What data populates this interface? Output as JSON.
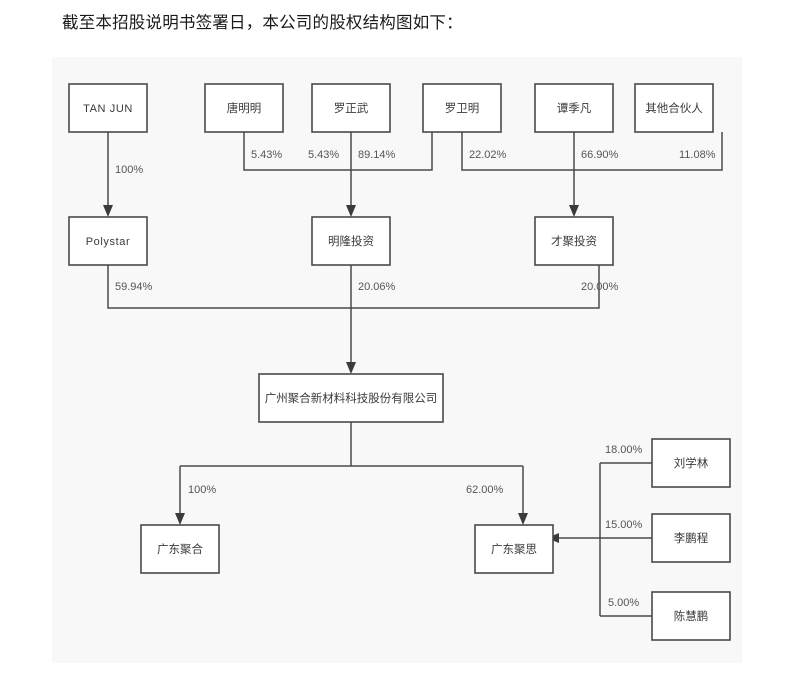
{
  "heading": "截至本招股说明书签署日，本公司的股权结构图如下：",
  "diagram": {
    "title": "股权结构图",
    "colors": {
      "panel_background": "#f8f8f8",
      "box_fill": "#ffffff",
      "box_border": "#4a4a4a",
      "line": "#4a4a4a",
      "label_text": "#555555",
      "node_text": "#3a3a3a"
    },
    "nodes": {
      "tan_jun": "TAN JUN",
      "tang_mingming": "唐明明",
      "luo_zhengwu": "罗正武",
      "luo_weiming": "罗卫明",
      "tan_jifan": "谭季凡",
      "other_partners": "其他合伙人",
      "polystar": "Polystar",
      "minglong": "明隆投资",
      "caiju": "才聚投资",
      "company": "广州聚合新材料科技股份有限公司",
      "guangdong_juhe": "广东聚合",
      "guangdong_jusi": "广东聚思",
      "liu_xuelin": "刘学林",
      "li_pengcheng": "李鹏程",
      "chen_huipeng": "陈慧鹏"
    },
    "edges": {
      "tanjun_to_polystar": "100%",
      "tangmingming_to_minglong": "5.43%",
      "luozhengwu_to_minglong_a": "5.43%",
      "luozhengwu_to_minglong_b": "89.14%",
      "luoweiming_to_caiju": "22.02%",
      "tanjifan_to_caiju": "66.90%",
      "other_to_caiju": "11.08%",
      "polystar_to_company": "59.94%",
      "minglong_to_company": "20.06%",
      "caiju_to_company": "20.00%",
      "company_to_juhe": "100%",
      "company_to_jusi": "62.00%",
      "liuxuelin_to_jusi": "18.00%",
      "lipengcheng_to_jusi": "15.00%",
      "chenhuipeng_to_jusi": "5.00%"
    }
  }
}
